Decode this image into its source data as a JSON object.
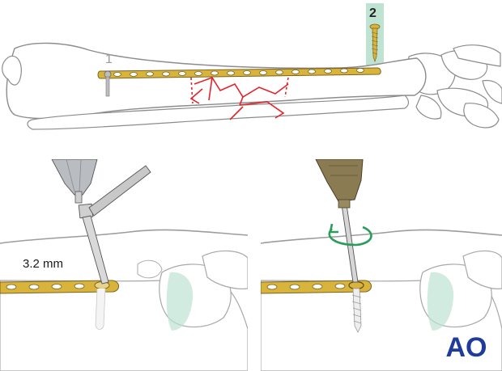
{
  "figure": {
    "step_labels": [
      "1",
      "2"
    ],
    "drill_bit_label": "3.2 mm",
    "logo_text": "AO",
    "colors": {
      "bone_fill": "#ffffff",
      "bone_outline": "#8c8c8c",
      "plate_gold": "#d9b43c",
      "fracture_red": "#e0242a",
      "highlight_teal": "#bfe3d3",
      "rotation_arrow": "#2a9d5c",
      "logo_blue": "#1f3c9c",
      "drill_brown": "#8b7b52"
    },
    "icons": [
      "rotation-arrow-icon",
      "ao-logo"
    ]
  }
}
